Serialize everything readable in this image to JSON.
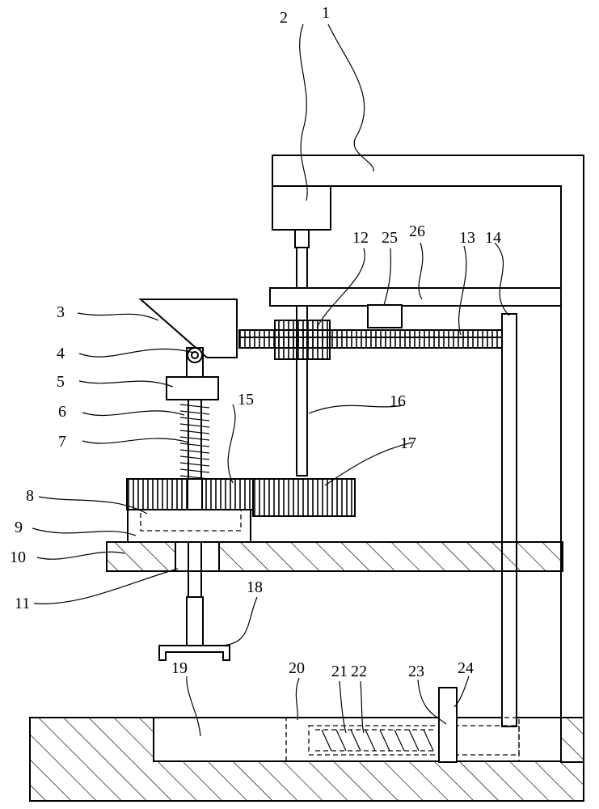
{
  "labels": {
    "1": "1",
    "2": "2",
    "3": "3",
    "4": "4",
    "5": "5",
    "6": "6",
    "7": "7",
    "8": "8",
    "9": "9",
    "10": "10",
    "11": "11",
    "12": "12",
    "13": "13",
    "14": "14",
    "15": "15",
    "16": "16",
    "17": "17",
    "18": "18",
    "19": "19",
    "20": "20",
    "21": "21",
    "22": "22",
    "23": "23",
    "24": "24",
    "25": "25",
    "26": "26"
  }
}
